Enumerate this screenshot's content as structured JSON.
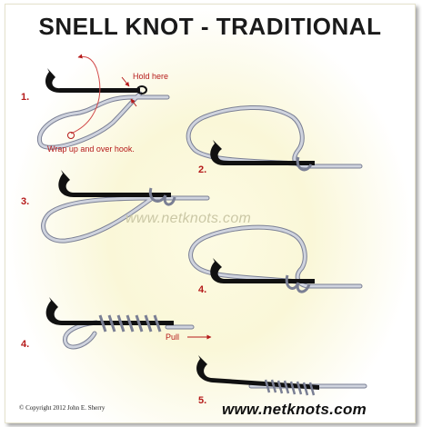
{
  "title": "SNELL KNOT - TRADITIONAL",
  "steps": [
    "1.",
    "2.",
    "3.",
    "4.",
    "4.",
    "5."
  ],
  "annotations": {
    "hold_here": "Hold here",
    "wrap": "Wrap up and over hook.",
    "pull": "Pull"
  },
  "watermark": "www.netknots.com",
  "footer_url": "www.netknots.com",
  "copyright": "© Copyright 2012 John E. Sherry",
  "colors": {
    "hook": "#111111",
    "line": "#b7bccb",
    "line_edge": "#7a7f94",
    "annotation": "#b51a1a"
  }
}
